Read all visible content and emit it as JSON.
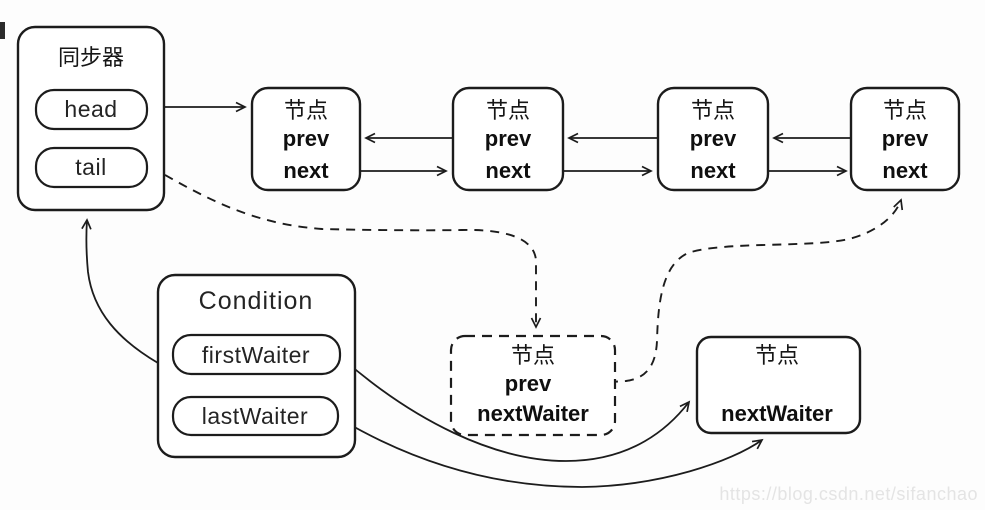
{
  "colors": {
    "background": "#ffffff",
    "stroke": "#1c1c1c",
    "text": "#161616",
    "watermark": "#e4e4e4"
  },
  "synchronizer": {
    "title": "同步器",
    "head": "head",
    "tail": "tail"
  },
  "queue_nodes": [
    {
      "title": "节点",
      "prev": "prev",
      "next": "next"
    },
    {
      "title": "节点",
      "prev": "prev",
      "next": "next"
    },
    {
      "title": "节点",
      "prev": "prev",
      "next": "next"
    },
    {
      "title": "节点",
      "prev": "prev",
      "next": "next"
    }
  ],
  "condition": {
    "title": "Condition",
    "first_waiter": "firstWaiter",
    "last_waiter": "lastWaiter"
  },
  "dashed_waiter_node": {
    "title": "节点",
    "prev": "prev",
    "next_waiter": "nextWaiter"
  },
  "solid_waiter_node": {
    "title": "节点",
    "next_waiter": "nextWaiter"
  },
  "watermark": "https://blog.csdn.net/sifanchao"
}
